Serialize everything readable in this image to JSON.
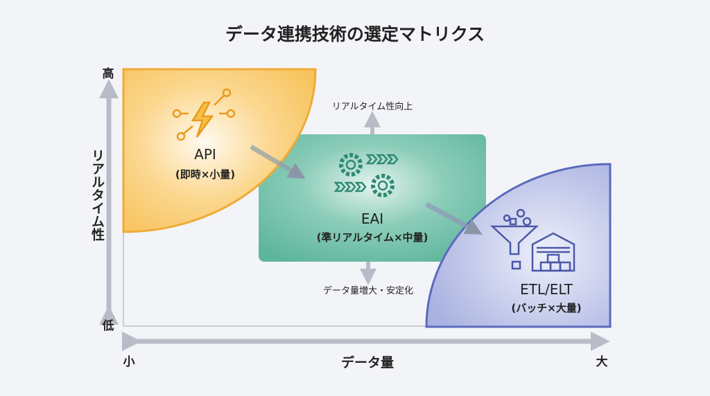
{
  "title": "データ連携技術の選定マトリクス",
  "y_axis": {
    "label": "リアルタイム性",
    "high": "高",
    "low": "低"
  },
  "x_axis": {
    "label": "データ量",
    "low": "小",
    "high": "大"
  },
  "regions": [
    {
      "name": "API",
      "sub": "(即時×小量)",
      "icon": "lightning-network-icon",
      "color": "#f5b94a"
    },
    {
      "name": "EAI",
      "sub": "(準リアルタイム×中量)",
      "icon": "gears-icon",
      "color": "#5fb79f"
    },
    {
      "name": "ETL/ELT",
      "sub": "(バッチ×大量)",
      "icon": "funnel-warehouse-icon",
      "color": "#5b69bd"
    }
  ],
  "annotations": {
    "up": "リアルタイム性向上",
    "down": "データ量増大・安定化"
  }
}
